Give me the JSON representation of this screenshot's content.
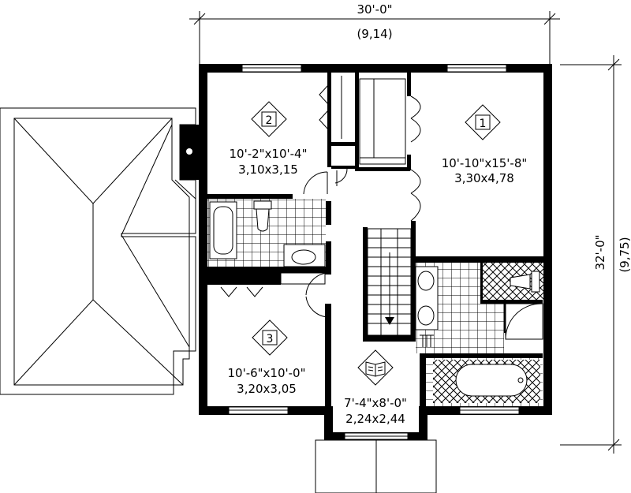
{
  "dimensions": {
    "top_imperial": "30'-0\"",
    "top_metric": "(9,14)",
    "right_imperial": "32'-0\"",
    "right_metric": "(9,75)"
  },
  "rooms": [
    {
      "id": "bedroom-1",
      "tag": "1",
      "imperial": "10'-10\"x15'-8\"",
      "metric": "3,30x4,78"
    },
    {
      "id": "bedroom-2",
      "tag": "2",
      "imperial": "10'-2\"x10'-4\"",
      "metric": "3,10x3,15"
    },
    {
      "id": "bedroom-3",
      "tag": "3",
      "imperial": "10'-6\"x10'-0\"",
      "metric": "3,20x3,05"
    },
    {
      "id": "study",
      "tag_icon": "book-icon",
      "imperial": "7'-4\"x8'-0\"",
      "metric": "2,24x2,44"
    }
  ],
  "colors": {
    "line": "#000000",
    "background": "#ffffff"
  }
}
